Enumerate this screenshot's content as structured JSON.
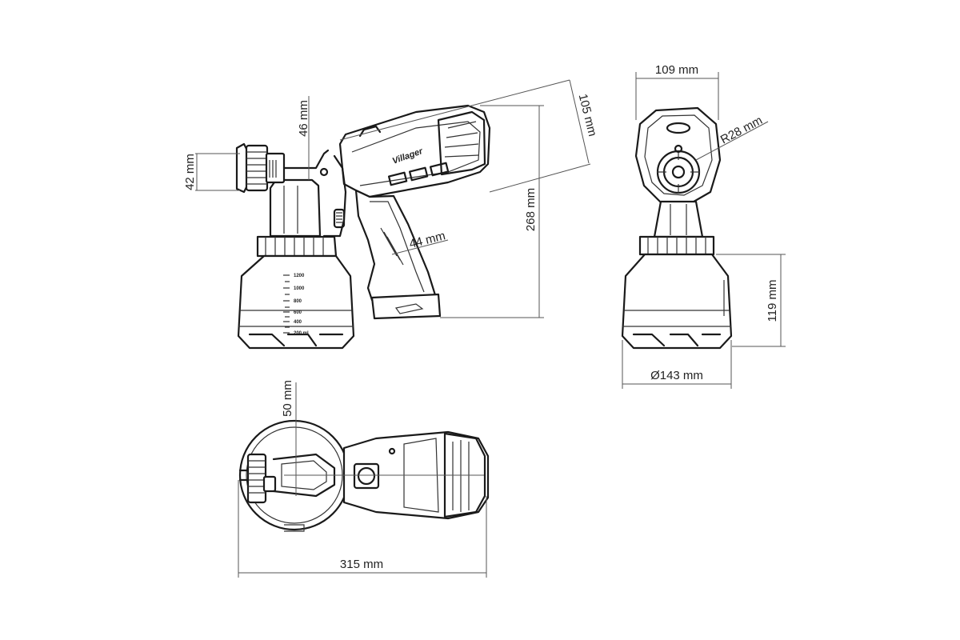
{
  "brand": "Villager",
  "cup_scale": [
    "1200",
    "1000",
    "800",
    "600",
    "400",
    "200 ml"
  ],
  "dimensions": {
    "nozzle_height": "42 mm",
    "nozzle_offset": "46 mm",
    "diagonal": "105 mm",
    "total_height": "268 mm",
    "handle_width": "44 mm",
    "front_width": "109 mm",
    "radius": "R28 mm",
    "cup_height": "119 mm",
    "cup_diameter": "Ø143 mm",
    "top_offset": "50 mm",
    "total_length": "315 mm"
  }
}
